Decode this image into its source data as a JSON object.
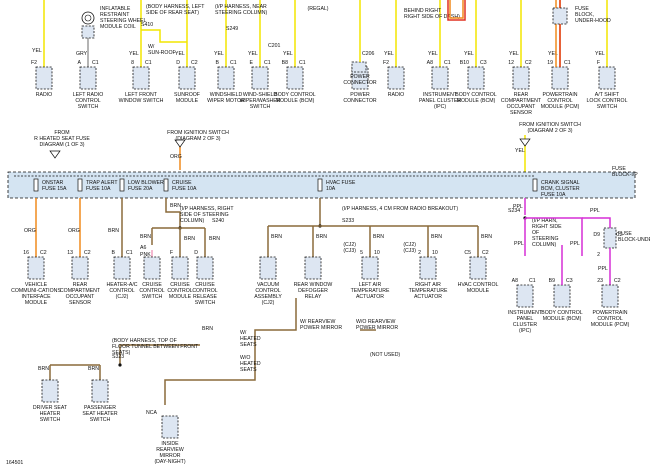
{
  "wire_colors": {
    "YEL": "#f2e600",
    "ORG": "#f08a1d",
    "BRN": "#8a6a3a",
    "PNK": "#f0a0c0",
    "PPL": "#d62fd6",
    "GRY": "#9a9a9a",
    "RED": "#e03020"
  },
  "top_labels": {
    "clockspring": "INFLATABLE RESTRAINT STEERING WHEEL MODULE COIL",
    "body_harness_rear_seat": "(BODY HARNESS, LEFT SIDE OF REAR SEAT)",
    "ip_harness_near_column": "(I/P HARNESS, NEAR STEERING COLUMN)",
    "regal": "(REGAL)",
    "right_dash": "RIGHT SIDE OF DASH)",
    "behind_right": "BEHIND RIGHT",
    "fuse_block_underhood": "FUSE BLOCK, UNDER-HOOD",
    "w_sunroof": "W/ SUN-ROOF",
    "s410": "S410",
    "s249": "S249",
    "c201": "C201",
    "c206": "C206"
  },
  "top_components": [
    {
      "pin": "F2",
      "conn": "",
      "label": "RADIO",
      "wire": "YEL"
    },
    {
      "pin": "A",
      "conn": "C1",
      "label": "LEFT RADIO CONTROL SWITCH",
      "wire": "GRY"
    },
    {
      "pin": "8",
      "conn": "C1",
      "label": "LEFT FRONT WINDOW SWITCH",
      "wire": "YEL"
    },
    {
      "pin": "D",
      "conn": "C2",
      "label": "SUNROOF MODULE",
      "wire": "YEL"
    },
    {
      "pin": "B",
      "conn": "C1",
      "label": "WINDSHIELD WIPER MOTOR",
      "wire": "YEL"
    },
    {
      "pin": "E",
      "conn": "C1",
      "label": "WIND-SHIELD WIPER/WASHER SWITCH",
      "wire": "YEL"
    },
    {
      "pin": "B8",
      "conn": "C1",
      "label": "BODY CONTROL MODULE (BCM)",
      "wire": "YEL"
    },
    {
      "pin": "",
      "conn": "",
      "label": "POWER CONNECTOR",
      "wire": "YEL"
    },
    {
      "pin": "F2",
      "conn": "",
      "label": "RADIO",
      "wire": "YEL"
    },
    {
      "pin": "A8",
      "conn": "C1",
      "label": "INSTRUMENT PANEL CLUSTER (IPC)",
      "wire": "YEL"
    },
    {
      "pin": "B10",
      "conn": "C3",
      "label": "BODY CONTROL MODULE (BCM)",
      "wire": "YEL"
    },
    {
      "pin": "12",
      "conn": "C2",
      "label": "REAR COMPARTMENT OCCUPANT SENSOR",
      "wire": "YEL"
    },
    {
      "pin": "19",
      "conn": "C1",
      "label": "POWERTRAIN CONTROL MODULE (PCM)",
      "wire": "YEL"
    },
    {
      "pin": "F",
      "conn": "",
      "label": "A/T SHIFT LOCK CONTROL SWITCH",
      "wire": "YEL"
    }
  ],
  "ign_left": {
    "text1": "FROM IGNITION SWITCH",
    "text2": "(DIAGRAM 2 OF 3)",
    "wire": "ORG"
  },
  "ign_right": {
    "text1": "FROM IGNITION SWITCH",
    "text2": "(DIAGRAM 2 OF 3)",
    "wire": "YEL"
  },
  "fuse_source_left": {
    "text1": "FROM",
    "text2": "R HEATED SEAT FUSE",
    "text3": "DIAGRAM (1 OF 3)"
  },
  "fuse_block_label": "FUSE BLOCK-I/P",
  "fuses": [
    {
      "label": "ONSTAR FUSE 15A"
    },
    {
      "label": "TRAP ALERT FUSE 10A"
    },
    {
      "label": "LOW BLOWER FUSE 20A"
    },
    {
      "label": "CRUISE FUSE 10A"
    },
    {
      "label": "HVAC FUSE 10A"
    },
    {
      "label": "CRANK SIGNAL BCM, CLUSTER FUSE 10A"
    }
  ],
  "bottom_notes": {
    "ip_harness_right_col": "(I/P HARNESS, RIGHT SIDE OF STEERING COLUMN)",
    "s240": "S240",
    "ip_harness_radio": "(I/P HARNESS, 4 CM FROM RADIO BREAKOUT)",
    "s233": "S233",
    "s234": "S234",
    "ip_harn_right_col": "(I/P HARN, RIGHT SIDE OF STEERING COLUMN)",
    "fuse_block_underhood": "FUSE BLOCK-UNDER-HOOD",
    "w_rearview": "W/ REARVIEW POWER MIRROR",
    "wo_rearview": "W/O REARVIEW POWER MIRROR",
    "not_used": "(NOT USED)",
    "w_heated": "W/ HEATED SEATS",
    "wo_heated": "W/O HEATED SEATS",
    "body_harness_tunnel": "(BODY HARNESS, TOP OF FLOOR TUNNEL BETWEEN FRONT SEATS)",
    "s323": "S323",
    "nca": "NCA",
    "diagram_id": "164501",
    "a6": "A6",
    "d9": "D9",
    "c2_right": "C2",
    "pin_2": "2"
  },
  "bottom_components": [
    {
      "pin": "16",
      "conn": "C2",
      "label": "VEHICLE COMMUNI-CATIONS INTERFACE MODULE",
      "wire": "ORG"
    },
    {
      "pin": "13",
      "conn": "C2",
      "label": "REAR COMPARTMENT OCCUPANT SENSOR",
      "wire": "ORG"
    },
    {
      "pin": "B",
      "conn": "C1",
      "label": "HEATER-A/C CONTROL (CJ2)",
      "wire": "BRN"
    },
    {
      "pin": "",
      "conn": "",
      "label": "CRUISE CONTROL SWITCH",
      "wire": "PNK"
    },
    {
      "pin": "F",
      "conn": "",
      "label": "CRUISE CONTROL MODULE",
      "wire": "BRN"
    },
    {
      "pin": "D",
      "conn": "",
      "label": "CRUISE CONTROL RELEASE SWITCH",
      "wire": "BRN"
    },
    {
      "pin": "",
      "conn": "",
      "label": "VACUUM CONTROL ASSEMBLY (CJ2)",
      "wire": "BRN"
    },
    {
      "pin": "",
      "conn": "",
      "label": "REAR WINDOW DEFOGGER RELAY",
      "wire": "BRN"
    },
    {
      "pin": "5",
      "conn": "10",
      "label": "LEFT AIR TEMPERATURE ACTUATOR",
      "wire": "BRN"
    },
    {
      "pin": "2",
      "conn": "10",
      "label": "RIGHT AIR TEMPERATURE ACTUATOR",
      "wire": "BRN"
    },
    {
      "pin": "C5",
      "conn": "C2",
      "label": "HVAC CONTROL MODULE",
      "wire": "BRN"
    },
    {
      "pin": "A8",
      "conn": "C1",
      "label": "INSTRUMENT PANEL CLUSTER (IPC)",
      "wire": "PPL"
    },
    {
      "pin": "B9",
      "conn": "C3",
      "label": "BODY CONTROL MODULE (BCM)",
      "wire": "PPL"
    },
    {
      "pin": "23",
      "conn": "C2",
      "label": "POWERTRAIN CONTROL MODULE (PCM)",
      "wire": "PPL"
    },
    {
      "pin": "",
      "conn": "",
      "label": "DRIVER SEAT HEATER SWITCH",
      "wire": "BRN"
    },
    {
      "pin": "",
      "conn": "",
      "label": "PASSENGER SEAT HEATER SWITCH",
      "wire": "BRN"
    },
    {
      "pin": "",
      "conn": "",
      "label": "INSIDE REARVIEW MIRROR (DAY-NIGHT)",
      "wire": "BRN"
    }
  ],
  "cj_labels": {
    "cj2": "(CJ2)",
    "cj3": "(CJ3)"
  }
}
